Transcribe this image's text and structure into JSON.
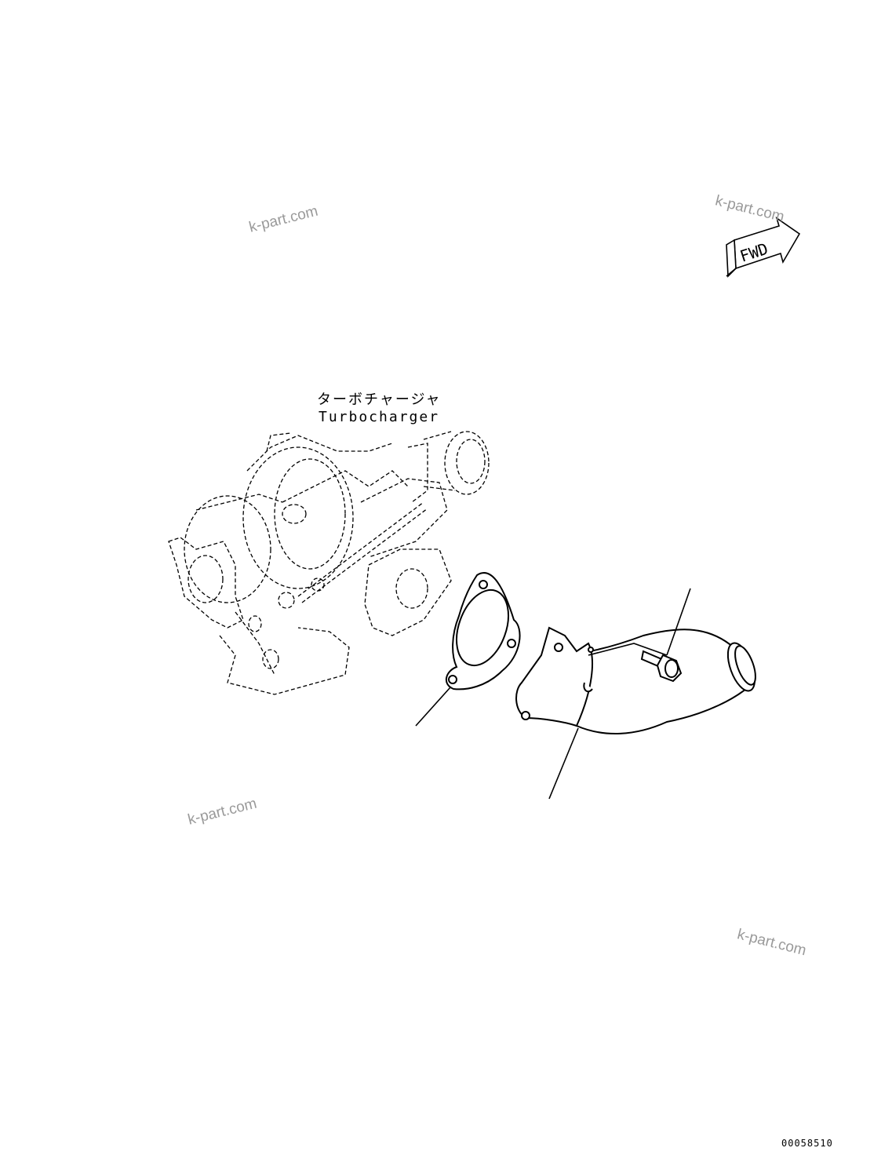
{
  "watermarks": [
    "k-part.com",
    "k-part.com",
    "k-part.com",
    "k-part.com"
  ],
  "fwd_label": "FWD",
  "turbocharger": {
    "label_ja": "ターボチャージャ",
    "label_en": "Turbocharger"
  },
  "document_number": "00058510"
}
